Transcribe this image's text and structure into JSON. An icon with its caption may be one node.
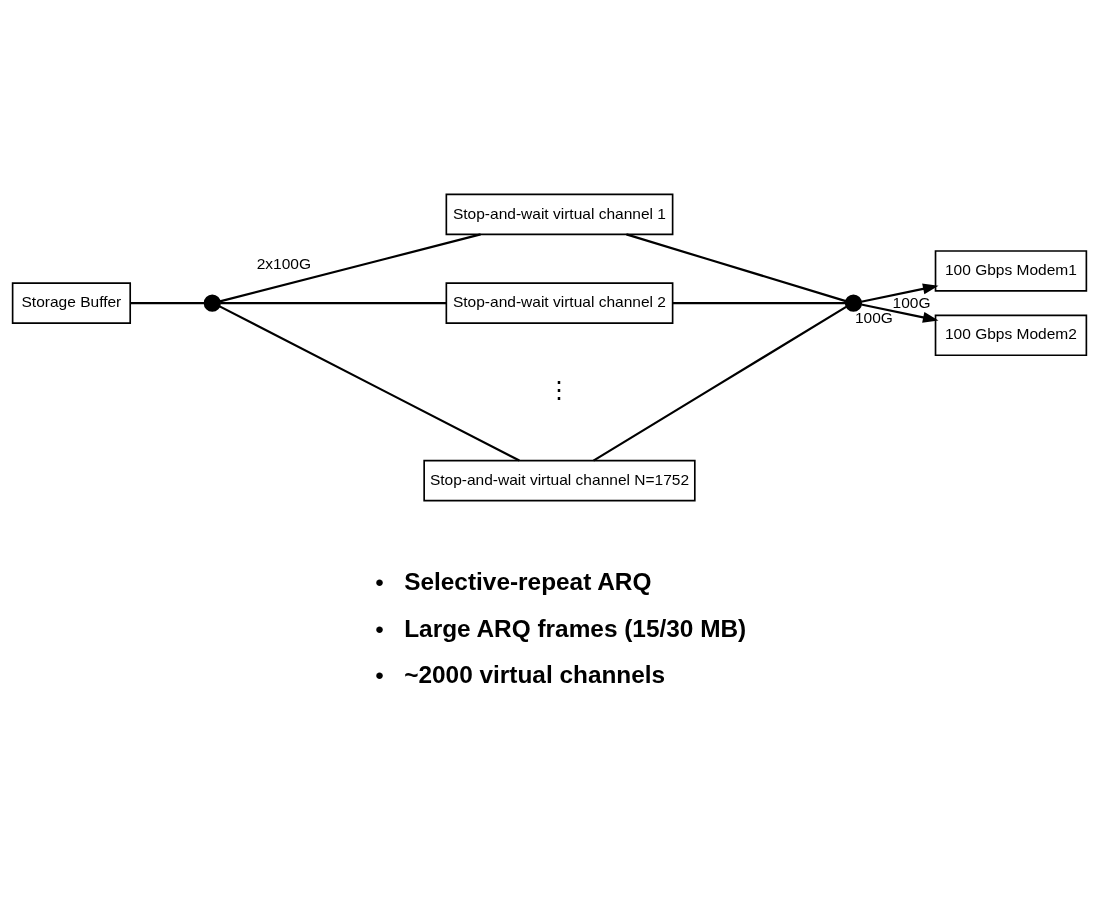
{
  "diagram": {
    "nodes": [
      {
        "text": [
          "Storage Buffer"
        ]
      },
      {
        "text": [],
        "shape": "circle"
      },
      {
        "text": [
          "Stop-and-wait virtual channel 1"
        ]
      },
      {
        "text": [
          "Stop-and-wait virtual channel 2"
        ]
      },
      {
        "text": [
          "Stop-and-wait virtual channel N=1752"
        ]
      },
      {
        "text": [],
        "shape": "circle"
      },
      {
        "text": [
          "100 Gbps Modem1"
        ]
      },
      {
        "text": [
          "100 Gbps Modem2"
        ]
      }
    ],
    "edges": [
      {
        "from": 0,
        "to": 1,
        "arrow": "none"
      },
      {
        "from": 1,
        "to": 2,
        "arrow": "none",
        "label": "2x100G"
      },
      {
        "from": 1,
        "to": 3,
        "arrow": "none"
      },
      {
        "from": 1,
        "to": 4,
        "arrow": "none"
      },
      {
        "from": 2,
        "to": 5,
        "arrow": "none"
      },
      {
        "from": 3,
        "to": 5,
        "arrow": "none"
      },
      {
        "from": 4,
        "to": 5,
        "arrow": "none"
      },
      {
        "from": 5,
        "to": 6,
        "arrow": "to",
        "label": "100G"
      },
      {
        "from": 5,
        "to": 7,
        "arrow": "to",
        "label": "100G"
      }
    ],
    "labels": [
      "⋮",
      "•",
      "Selective-repeat ARQ",
      "•",
      "Large ARQ frames (15/30 MB)",
      "•",
      "~2000 virtual channels"
    ]
  }
}
